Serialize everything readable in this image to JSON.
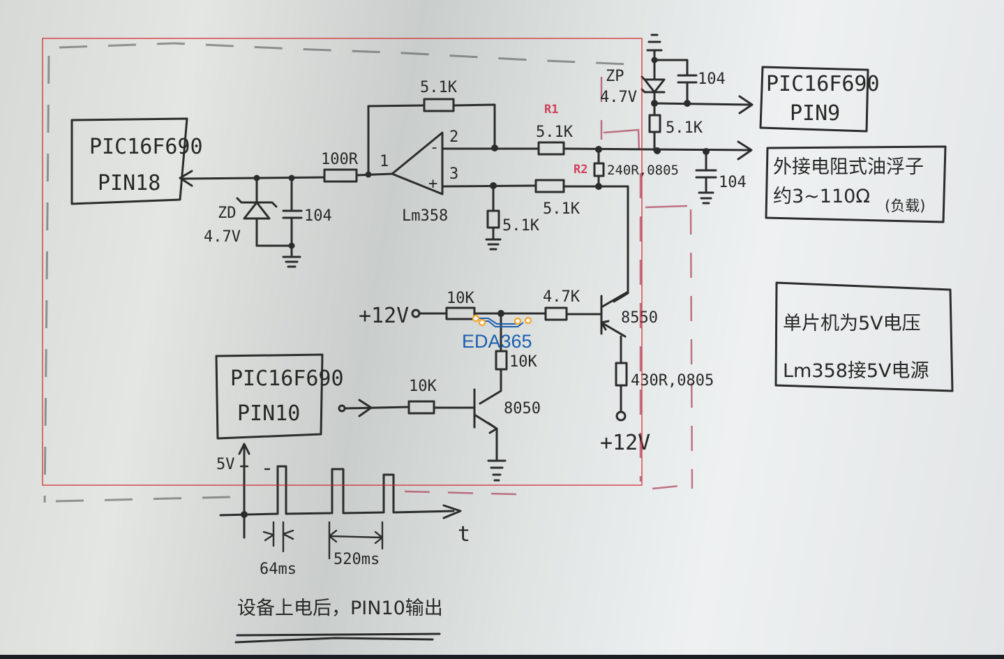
{
  "colors": {
    "ink": "#2a2d2b",
    "selection_outline": "#d42028",
    "pink_marker": "#b0485f",
    "red_annotation": "#d0405a",
    "watermark_blue": "#1c5fb0",
    "watermark_orange": "#f0a93a"
  },
  "blocks": {
    "mcu_left": {
      "line1": "PIC16F690",
      "line2": "PIN18"
    },
    "mcu_right": {
      "line1": "PIC16F690",
      "line2": "PIN9"
    },
    "mcu_bottom": {
      "line1": "PIC16F690",
      "line2": "PIN10"
    },
    "sensor_box": {
      "line1": "外接电阻式油浮子",
      "line2": "约3~110Ω",
      "note": "(负载)"
    },
    "note_box": {
      "line1": "单片机为5V电压",
      "line2": "Lm358接5V电源"
    }
  },
  "components": {
    "zener_left": {
      "line1": "ZD",
      "line2": "4.7V"
    },
    "cap_left": "104",
    "r_input": "100R",
    "opamp": {
      "name": "Lm358",
      "pin_out": "1",
      "pin_neg": "2",
      "pin_pos": "3",
      "neg_sign": "-",
      "pos_sign": "+"
    },
    "r_feedback": "5.1K",
    "r1": {
      "tag": "R1",
      "value": "5.1K"
    },
    "r2": {
      "tag": "R2",
      "value": "240R,0805"
    },
    "r_pos_ground": "5.1K",
    "r_pos_series": "5.1K",
    "zener_right": {
      "line1": "ZP",
      "line2": "4.7V"
    },
    "cap_right_top": "104",
    "r_right_vertical": "5.1K",
    "cap_right_bottom": "104",
    "supply_left": "+12V",
    "r_10k_top": "10K",
    "r_47k": "4.7K",
    "pnp": "8550",
    "r_430": "430R,0805",
    "supply_bottom": "+12V",
    "r_10k_vertical": "10K",
    "r_10k_base": "10K",
    "npn": "8050"
  },
  "timing": {
    "v_label": "5V",
    "t_label": "t",
    "pulse_width": "64ms",
    "period": "520ms",
    "caption": "设备上电后，PIN10输出"
  },
  "watermark": {
    "text": "EDA365"
  }
}
